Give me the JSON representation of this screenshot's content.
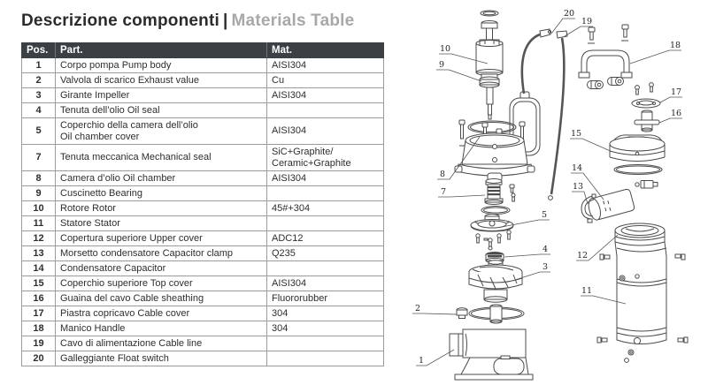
{
  "title": {
    "primary": "Descrizione componenti",
    "separator": "|",
    "secondary": "Materials Table"
  },
  "table": {
    "headers": {
      "pos": "Pos.",
      "part": "Part.",
      "mat": "Mat."
    },
    "rows": [
      {
        "pos": "1",
        "part": "Corpo pompa Pump body",
        "mat": "AISI304"
      },
      {
        "pos": "2",
        "part": "Valvola di scarico Exhaust value",
        "mat": "Cu"
      },
      {
        "pos": "3",
        "part": "Girante Impeller",
        "mat": "AISI304"
      },
      {
        "pos": "4",
        "part": "Tenuta dell’olio Oil seal",
        "mat": ""
      },
      {
        "pos": "5",
        "part": "Coperchio della camera dell’olio\nOil chamber cover",
        "mat": "AISI304"
      },
      {
        "pos": "7",
        "part": "Tenuta meccanica Mechanical seal",
        "mat": "SiC+Graphite/\nCeramic+Graphite"
      },
      {
        "pos": "8",
        "part": "Camera d’olio Oil chamber",
        "mat": "AISI304"
      },
      {
        "pos": "9",
        "part": "Cuscinetto Bearing",
        "mat": ""
      },
      {
        "pos": "10",
        "part": "Rotore Rotor",
        "mat": "45#+304"
      },
      {
        "pos": "11",
        "part": "Statore Stator",
        "mat": ""
      },
      {
        "pos": "12",
        "part": "Copertura superiore Upper cover",
        "mat": "ADC12"
      },
      {
        "pos": "13",
        "part": "Morsetto condensatore Capacitor clamp",
        "mat": "Q235"
      },
      {
        "pos": "14",
        "part": "Condensatore Capacitor",
        "mat": ""
      },
      {
        "pos": "15",
        "part": "Coperchio superiore Top cover",
        "mat": "AISI304"
      },
      {
        "pos": "16",
        "part": "Guaina del cavo Cable sheathing",
        "mat": "Fluororubber"
      },
      {
        "pos": "17",
        "part": "Piastra copricavo Cable cover",
        "mat": "304"
      },
      {
        "pos": "18",
        "part": "Manico Handle",
        "mat": "304"
      },
      {
        "pos": "19",
        "part": "Cavo di alimentazione Cable line",
        "mat": ""
      },
      {
        "pos": "20",
        "part": "Galleggiante Float switch",
        "mat": ""
      }
    ]
  },
  "diagram": {
    "callouts": {
      "c1": "1",
      "c2": "2",
      "c3": "3",
      "c4": "4",
      "c5": "5",
      "c7": "7",
      "c8": "8",
      "c9": "9",
      "c10": "10",
      "c11": "11",
      "c12": "12",
      "c13": "13",
      "c14": "14",
      "c15": "15",
      "c16": "16",
      "c17": "17",
      "c18": "18",
      "c19": "19",
      "c20": "20"
    }
  }
}
